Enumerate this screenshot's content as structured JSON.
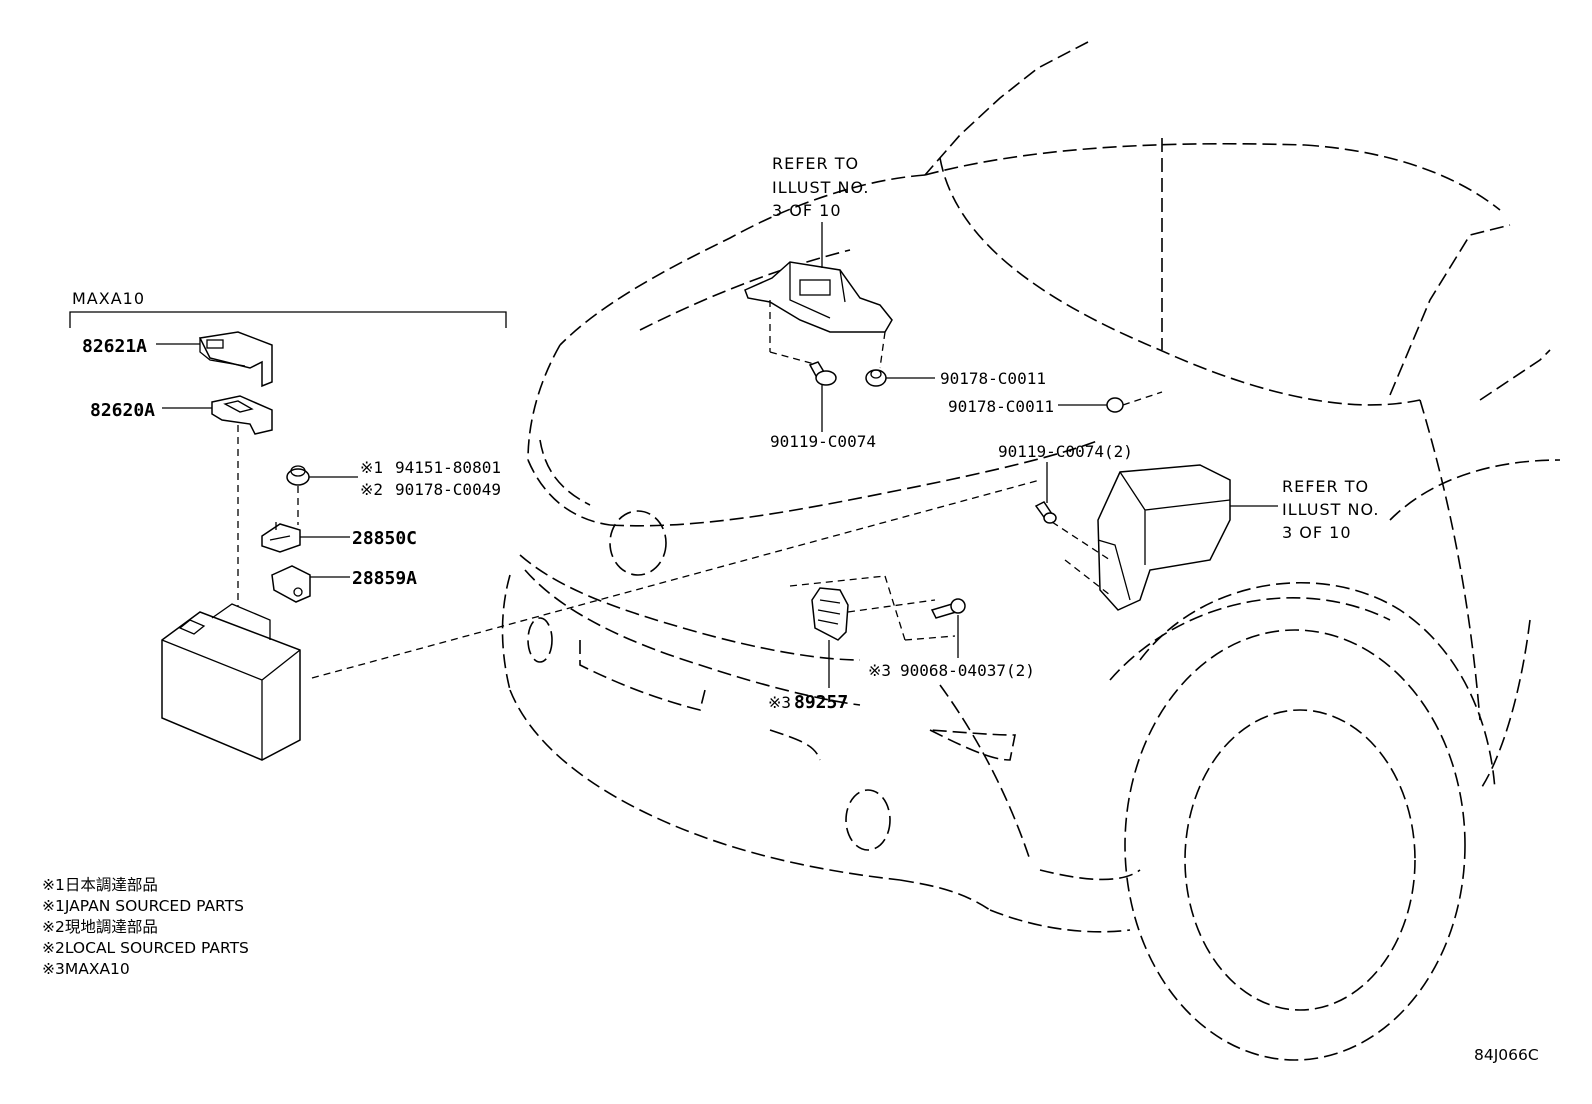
{
  "diagram_code": "84J066C",
  "group_label": "MAXA10",
  "refer_notes": [
    {
      "lines": [
        "REFER TO",
        "ILLUST NO.",
        "3 OF 10"
      ]
    },
    {
      "lines": [
        "REFER TO",
        "ILLUST NO.",
        "3 OF 10"
      ]
    }
  ],
  "callouts": {
    "p82621A": "82621A",
    "p82620A": "82620A",
    "p94151": "94151-80801",
    "p94151_mark": "※1",
    "p90178_c0049": "90178-C0049",
    "p90178_c0049_mark": "※2",
    "p28850C": "28850C",
    "p28859A": "28859A",
    "p90178_c0011_a": "90178-C0011",
    "p90178_c0011_b": "90178-C0011",
    "p90119_c0074": "90119-C0074",
    "p90119_c0074_2": "90119-C0074(2)",
    "p90068": "90068-04037(2)",
    "p90068_mark": "※3",
    "p89257": "89257",
    "p89257_mark": "※3"
  },
  "legend": [
    "※1日本調達部品",
    "※1JAPAN SOURCED PARTS",
    "※2現地調達部品",
    "※2LOCAL SOURCED PARTS",
    "※3MAXA10"
  ]
}
